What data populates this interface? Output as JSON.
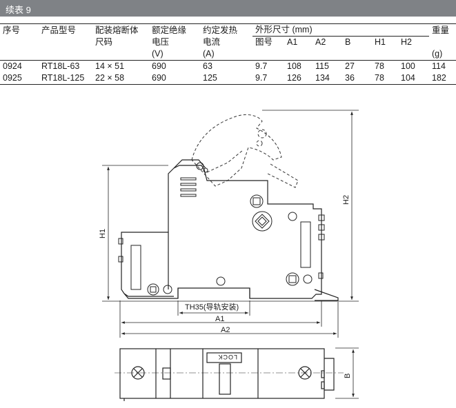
{
  "banner": {
    "title": "续表 9"
  },
  "table": {
    "headers": {
      "seq": "序号",
      "model": "产品型号",
      "fuse_size_1": "配装熔断体",
      "fuse_size_2": "尺码",
      "voltage_1": "额定绝缘",
      "voltage_2": "电压",
      "voltage_3": "(V)",
      "current_1": "约定发热",
      "current_2": "电流",
      "current_3": "(A)",
      "dims": "外形尺寸 (mm)",
      "fig": "图号",
      "a1": "A1",
      "a2": "A2",
      "b": "B",
      "h1": "H1",
      "h2": "H2",
      "weight_1": "重量",
      "weight_2": "(g)"
    },
    "rows": [
      {
        "seq": "0924",
        "model": "RT18L-63",
        "size": "14 × 51",
        "voltage": "690",
        "current": "63",
        "fig": "9.7",
        "a1": "108",
        "a2": "115",
        "b": "27",
        "h1": "78",
        "h2": "100",
        "weight": "114"
      },
      {
        "seq": "0925",
        "model": "RT18L-125",
        "size": "22 × 58",
        "voltage": "690",
        "current": "125",
        "fig": "9.7",
        "a1": "126",
        "a2": "134",
        "b": "36",
        "h1": "78",
        "h2": "104",
        "weight": "182"
      }
    ]
  },
  "drawing": {
    "label_rail": "TH35(导轨安装)",
    "label_a1": "A1",
    "label_a2": "A2",
    "label_h1": "H1",
    "label_h2": "H2",
    "label_b": "B",
    "label_lock": "LOCK"
  }
}
